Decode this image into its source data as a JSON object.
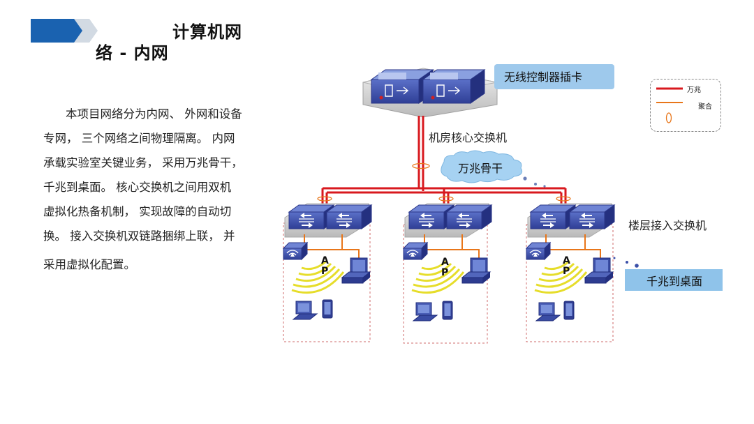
{
  "header": {
    "title_line1": "计算机网",
    "title_line2": "络 - 内网",
    "accent_color": "#1a62b0"
  },
  "description": {
    "paragraphs": [
      "本项目网络分为内网、 外网和设备",
      "专网， 三个网络之间物理隔离。 内网",
      "承载实验室关键业务， 采用万兆骨干，",
      " 千兆到桌面。 核心交换机之间用双机",
      "虚拟化热备机制， 实现故障的自动切",
      "换。 接入交换机双链路捆绑上联， 并",
      "采用虚拟化配置。"
    ]
  },
  "diagram": {
    "wireless_controller_label": "无线控制器插卡",
    "core_switch_label": "机房核心交换机",
    "backbone_label": "万兆骨干",
    "floor_switch_label": "楼层接入交换机",
    "desktop_label": "千兆到桌面",
    "ap_label_a": "A",
    "ap_label_p": "P",
    "legend": {
      "ten_gig": "万兆",
      "aggregation": "聚合"
    },
    "colors": {
      "ten_gig_link": "#d8181e",
      "gig_link": "#e8761a",
      "device_blue": "#3b4fa8",
      "wifi_yellow": "#e8e02a",
      "cloud_fill": "#a6d2f2"
    }
  }
}
